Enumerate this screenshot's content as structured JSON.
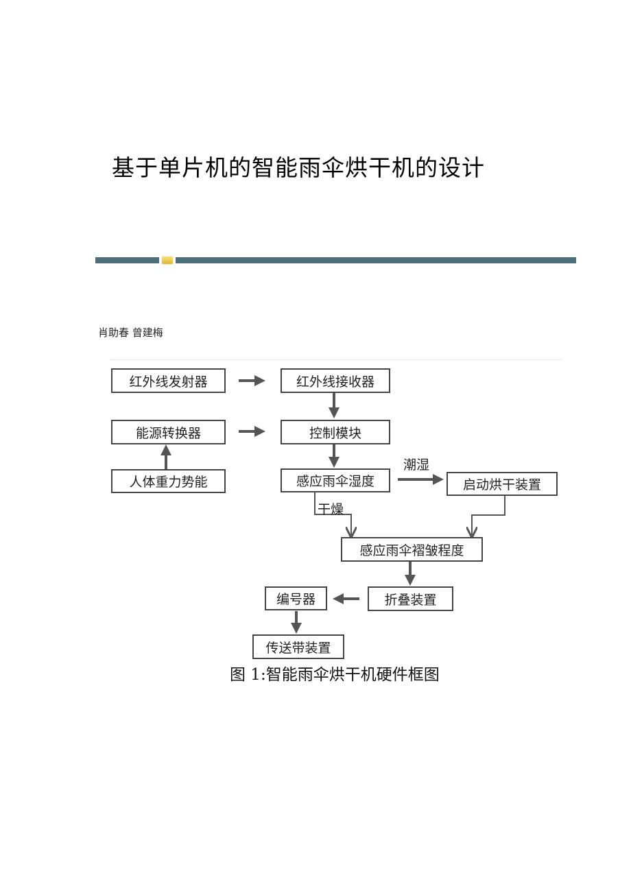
{
  "document": {
    "title": "基于单片机的智能雨伞烘干机的设计",
    "authors": "肖助春 曾建梅"
  },
  "diagram": {
    "nodes": {
      "ir_transmitter": "红外线发射器",
      "ir_receiver": "红外线接收器",
      "energy_converter": "能源转换器",
      "control_module": "控制模块",
      "gravity_energy": "人体重力势能",
      "humidity_sensing": "感应雨伞湿度",
      "start_drying": "启动烘干装置",
      "wrinkle_sensing": "感应雨伞褶皱程度",
      "folding_device": "折叠装置",
      "numberer": "编号器",
      "conveyor": "传送带装置"
    },
    "edge_labels": {
      "wet": "潮湿",
      "dry": "干燥"
    },
    "caption": "图 1:智能雨伞烘干机硬件框图"
  },
  "colors": {
    "bar": "#4d6f7b",
    "badge": "#e8c440",
    "arrow": "#555555"
  }
}
